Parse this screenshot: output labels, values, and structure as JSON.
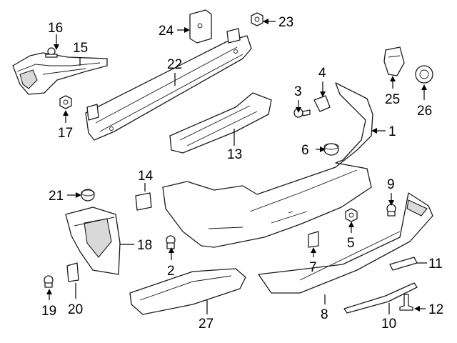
{
  "callouts": [
    {
      "id": "c1",
      "text": "1"
    },
    {
      "id": "c2",
      "text": "2"
    },
    {
      "id": "c3",
      "text": "3"
    },
    {
      "id": "c4",
      "text": "4"
    },
    {
      "id": "c5",
      "text": "5"
    },
    {
      "id": "c6",
      "text": "6"
    },
    {
      "id": "c7",
      "text": "7"
    },
    {
      "id": "c8",
      "text": "8"
    },
    {
      "id": "c9",
      "text": "9"
    },
    {
      "id": "c10",
      "text": "10"
    },
    {
      "id": "c11",
      "text": "11"
    },
    {
      "id": "c12",
      "text": "12"
    },
    {
      "id": "c13",
      "text": "13"
    },
    {
      "id": "c14",
      "text": "14"
    },
    {
      "id": "c15",
      "text": "15"
    },
    {
      "id": "c16",
      "text": "16"
    },
    {
      "id": "c17",
      "text": "17"
    },
    {
      "id": "c18",
      "text": "18"
    },
    {
      "id": "c19",
      "text": "19"
    },
    {
      "id": "c20",
      "text": "20"
    },
    {
      "id": "c21",
      "text": "21"
    },
    {
      "id": "c22",
      "text": "22"
    },
    {
      "id": "c23",
      "text": "23"
    },
    {
      "id": "c24",
      "text": "24"
    },
    {
      "id": "c25",
      "text": "25"
    },
    {
      "id": "c26",
      "text": "26"
    },
    {
      "id": "c27",
      "text": "27"
    }
  ]
}
